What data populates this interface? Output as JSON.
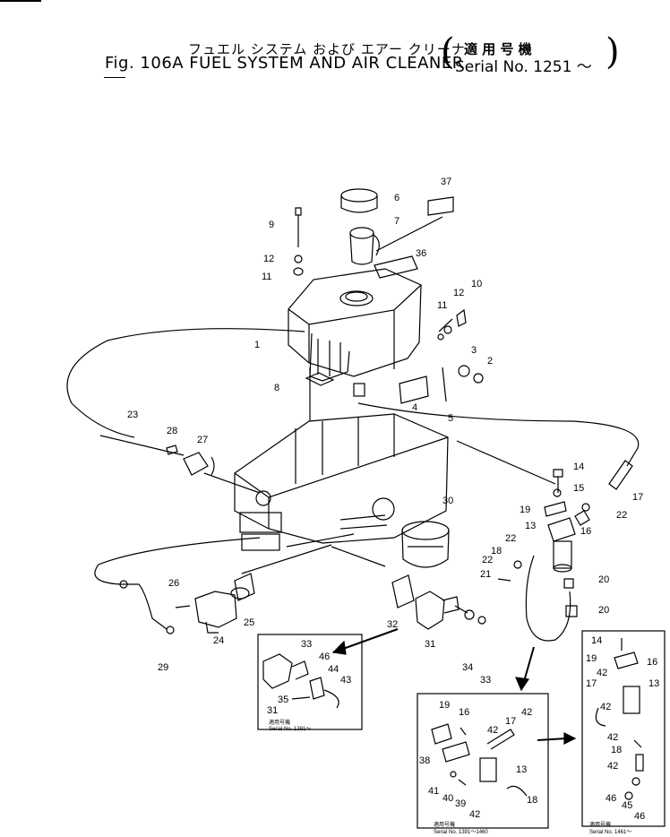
{
  "header": {
    "title_jp": "フュエル システム および エアー クリーナ",
    "title_en": "Fig. 106A  FUEL  SYSTEM  AND  AIR  CLEANER",
    "serial_jp": "適 用 号 機",
    "serial": "Serial  No. 1251 ～"
  },
  "callouts": [
    "1",
    "2",
    "3",
    "4",
    "5",
    "6",
    "7",
    "8",
    "9",
    "10",
    "11",
    "12",
    "13",
    "14",
    "15",
    "16",
    "17",
    "18",
    "19",
    "20",
    "21",
    "22",
    "23",
    "24",
    "25",
    "26",
    "27",
    "28",
    "29",
    "30",
    "31",
    "32",
    "33",
    "34",
    "35",
    "36",
    "37",
    "38",
    "39",
    "40",
    "41",
    "42",
    "43",
    "44",
    "45",
    "46"
  ],
  "insets": [
    {
      "serial_jp": "適用号機",
      "serial": "Serial  No. 1391～"
    },
    {
      "serial_jp": "適用号機",
      "serial": "Serial  No. 1391～1460"
    },
    {
      "serial_jp": "適用号機",
      "serial": "Serial  No. 1461～"
    }
  ],
  "colors": {
    "ink": "#000000",
    "paper": "#ffffff"
  }
}
